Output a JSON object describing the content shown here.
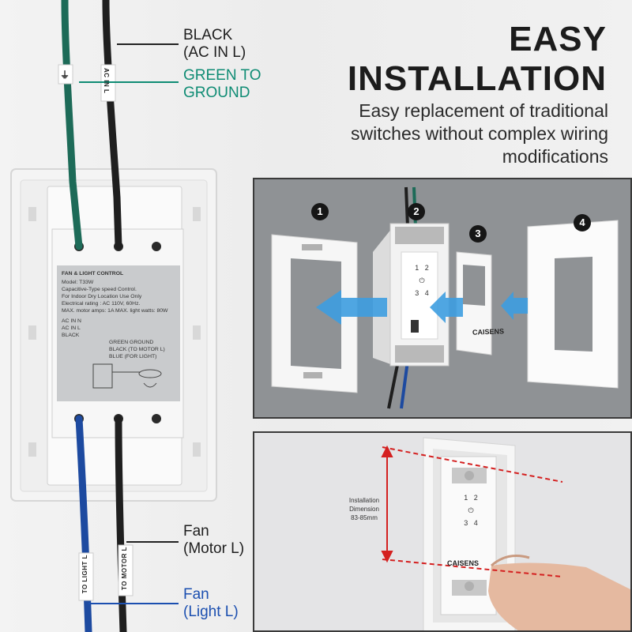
{
  "headline": {
    "line1": "EASY",
    "line2": "INSTALLATION"
  },
  "subtitle": "Easy replacement of traditional switches without complex wiring modifications",
  "wire_labels": {
    "black": {
      "line1": "BLACK",
      "line2": "(AC IN L)"
    },
    "green": {
      "line1": "GREEN TO",
      "line2": "GROUND"
    },
    "fan_motor": {
      "line1": "Fan",
      "line2": "(Motor L)"
    },
    "fan_light": {
      "line1": "Fan",
      "line2": "(Light L)"
    }
  },
  "wire_tags": {
    "ac_in": "AC IN L",
    "ground": "⏚",
    "to_light": "TO LIGHT L",
    "to_motor": "TO MOTOR L"
  },
  "device_label": {
    "title": "FAN & LIGHT CONTROL",
    "lines": [
      "Model: T33W",
      "Capacitive-Type speed Control.",
      "For Indoor Dry Location Use Only",
      "Electrical rating : AC 110V, 60Hz.",
      "MAX. motor amps: 1A   MAX. light watts: 80W"
    ],
    "diagram_labels": [
      "AC IN N",
      "AC IN L",
      "BLACK",
      "GREEN GROUND",
      "BLACK (TO MOTOR L)",
      "BLUE (FOR LIGHT)"
    ]
  },
  "steps": [
    "1",
    "2",
    "3",
    "4"
  ],
  "keypad": [
    "1",
    "2",
    "⏻",
    "3",
    "4"
  ],
  "brand": "CAISENS",
  "dimension": {
    "line1": "Installation",
    "line2": "Dimension",
    "line3": "83-85mm"
  },
  "colors": {
    "green_label": "#0f8c74",
    "blue_label": "#1b4fb0",
    "dimension_red": "#d42020",
    "arrow_blue": "#3d9de0"
  }
}
